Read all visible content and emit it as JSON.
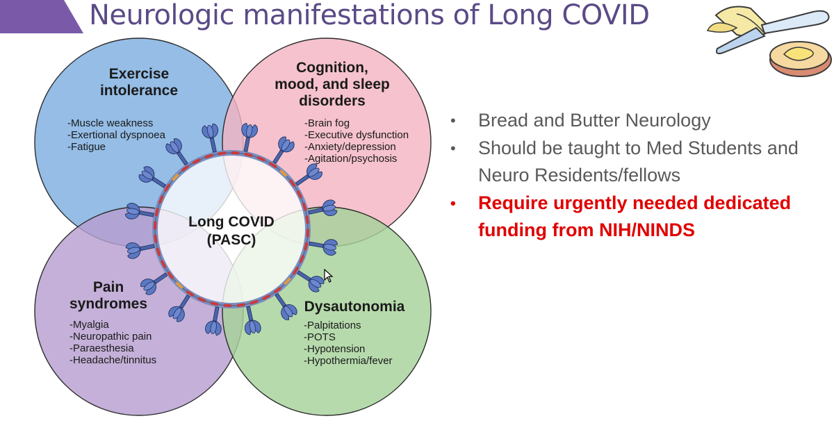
{
  "slide": {
    "title": "Neurologic manifestations of Long COVID",
    "title_color": "#5b4a86",
    "accent_color": "#7a5aa8"
  },
  "diagram": {
    "center_label_line1": "Long COVID",
    "center_label_line2": "(PASC)",
    "circles": [
      {
        "heading": [
          "Exercise",
          "intolerance"
        ],
        "symptoms": [
          "-Muscle weakness",
          "-Exertional dyspnoea",
          "-Fatigue"
        ],
        "color": "#7eaee0"
      },
      {
        "heading": [
          "Cognition,",
          "mood, and sleep",
          "disorders"
        ],
        "symptoms": [
          "-Brain fog",
          "-Executive dysfunction",
          "-Anxiety/depression",
          "-Agitation/psychosis"
        ],
        "color": "#f3b4c2"
      },
      {
        "heading": [
          "Pain",
          "syndromes"
        ],
        "symptoms": [
          "-Myalgia",
          "-Neuropathic pain",
          "-Paraesthesia",
          "-Headache/tinnitus"
        ],
        "color": "#b79fd0"
      },
      {
        "heading": [
          "Dysautonomia"
        ],
        "symptoms": [
          "-Palpitations",
          "-POTS",
          "-Hypotension",
          "-Hypothermia/fever"
        ],
        "color": "#a6d29a"
      }
    ]
  },
  "bullets": [
    {
      "lines": [
        "Bread and Butter Neurology"
      ],
      "highlight": false
    },
    {
      "lines": [
        "Should be taught to Med Students and",
        "Neuro Residents/fellows"
      ],
      "highlight": false
    },
    {
      "lines": [
        "Require urgently needed dedicated",
        "funding from NIH/NINDS"
      ],
      "highlight": true
    }
  ],
  "highlight_color": "#e00000",
  "bullet_glyph": "•",
  "icons": {
    "clipart": "bread-and-butter-knife-icon",
    "cursor": "mouse-pointer-icon"
  }
}
